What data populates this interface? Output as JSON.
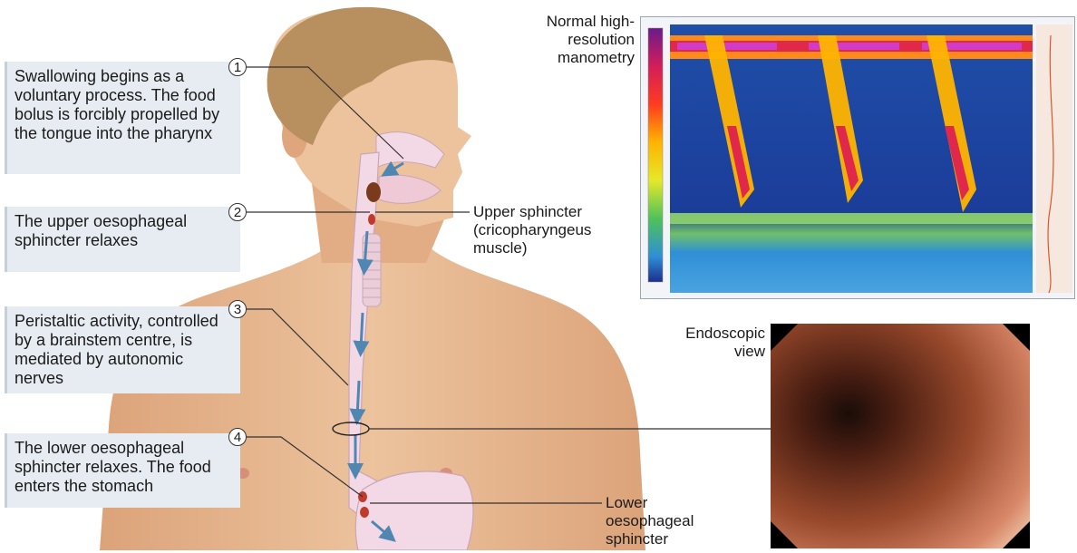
{
  "steps": [
    {
      "number": "1",
      "text": "Swallowing begins as a voluntary process. The food bolus is forcibly propelled by the tongue into the pharynx"
    },
    {
      "number": "2",
      "text": "The upper oesophageal sphincter relaxes"
    },
    {
      "number": "3",
      "text": "Peristaltic activity, controlled by a brainstem centre, is mediated by autonomic nerves"
    },
    {
      "number": "4",
      "text": "The lower oesophageal sphincter relaxes. The food enters the stomach"
    }
  ],
  "labels": {
    "upper_sphincter": "Upper sphincter (cricopharyngeus muscle)",
    "lower_sphincter": "Lower oesophageal sphincter",
    "manometry": "Normal high-resolution manometry",
    "endoscopic": "Endoscopic view"
  },
  "colors": {
    "skin": "#e8b98e",
    "hair": "#b88f5e",
    "oesophagus": "#f3d9e6",
    "arrow": "#4f86b2",
    "callout_bg": "#e7ecf2"
  }
}
